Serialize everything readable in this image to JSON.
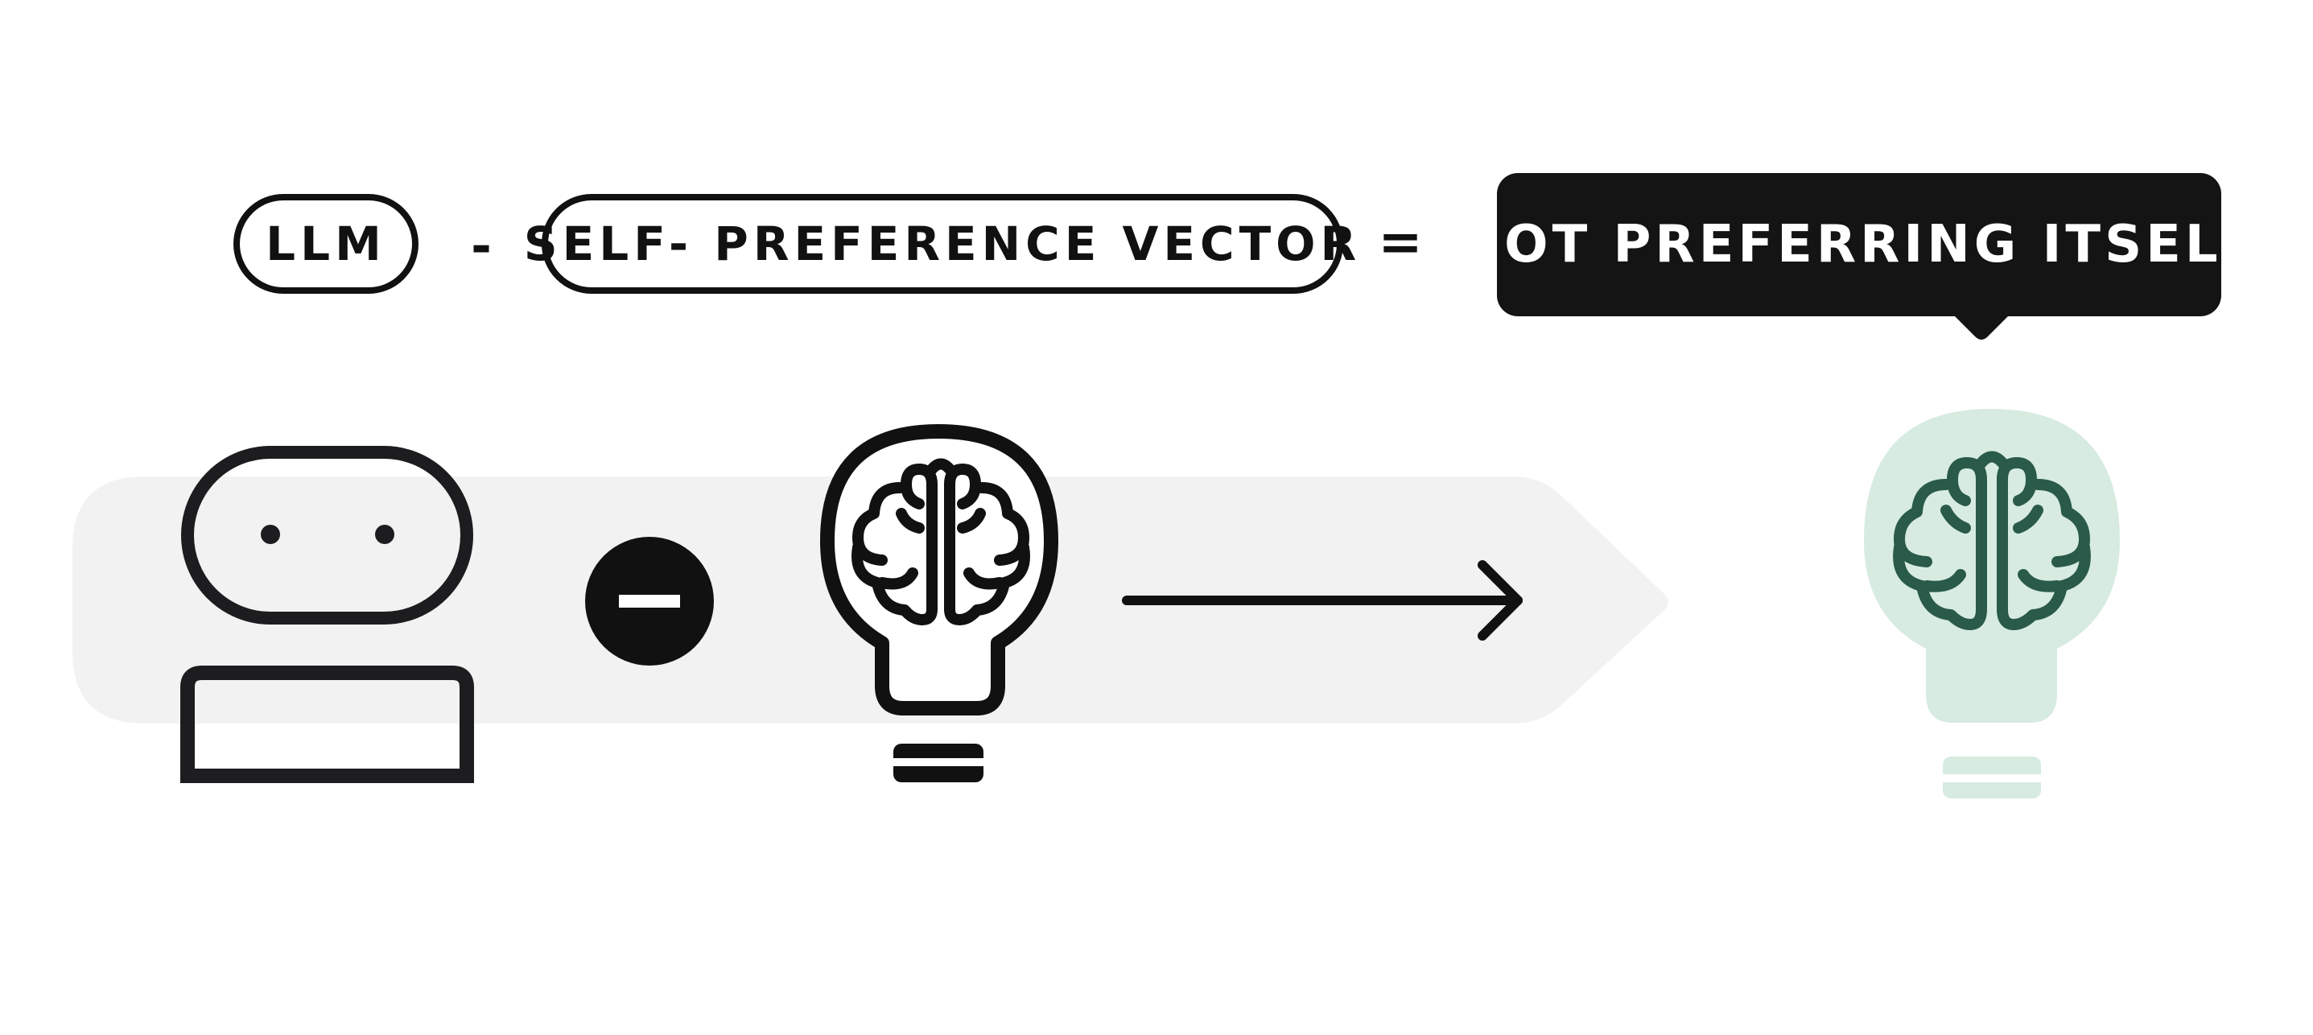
{
  "equation": {
    "term1": "LLM",
    "operator1": "-",
    "term2": "SELF- PREFERENCE VECTOR",
    "operator2": "=",
    "result": "NOT PREFERRING ITSELF"
  },
  "colors": {
    "ink": "#111111",
    "band": "#f2f2f2",
    "result_bulb_fill": "#d7ebe1",
    "result_brain_stroke": "#2a5a49"
  },
  "icons": [
    "robot-icon",
    "minus-circle-icon",
    "brain-lightbulb-icon",
    "arrow-right-icon",
    "green-brain-lightbulb-icon"
  ]
}
